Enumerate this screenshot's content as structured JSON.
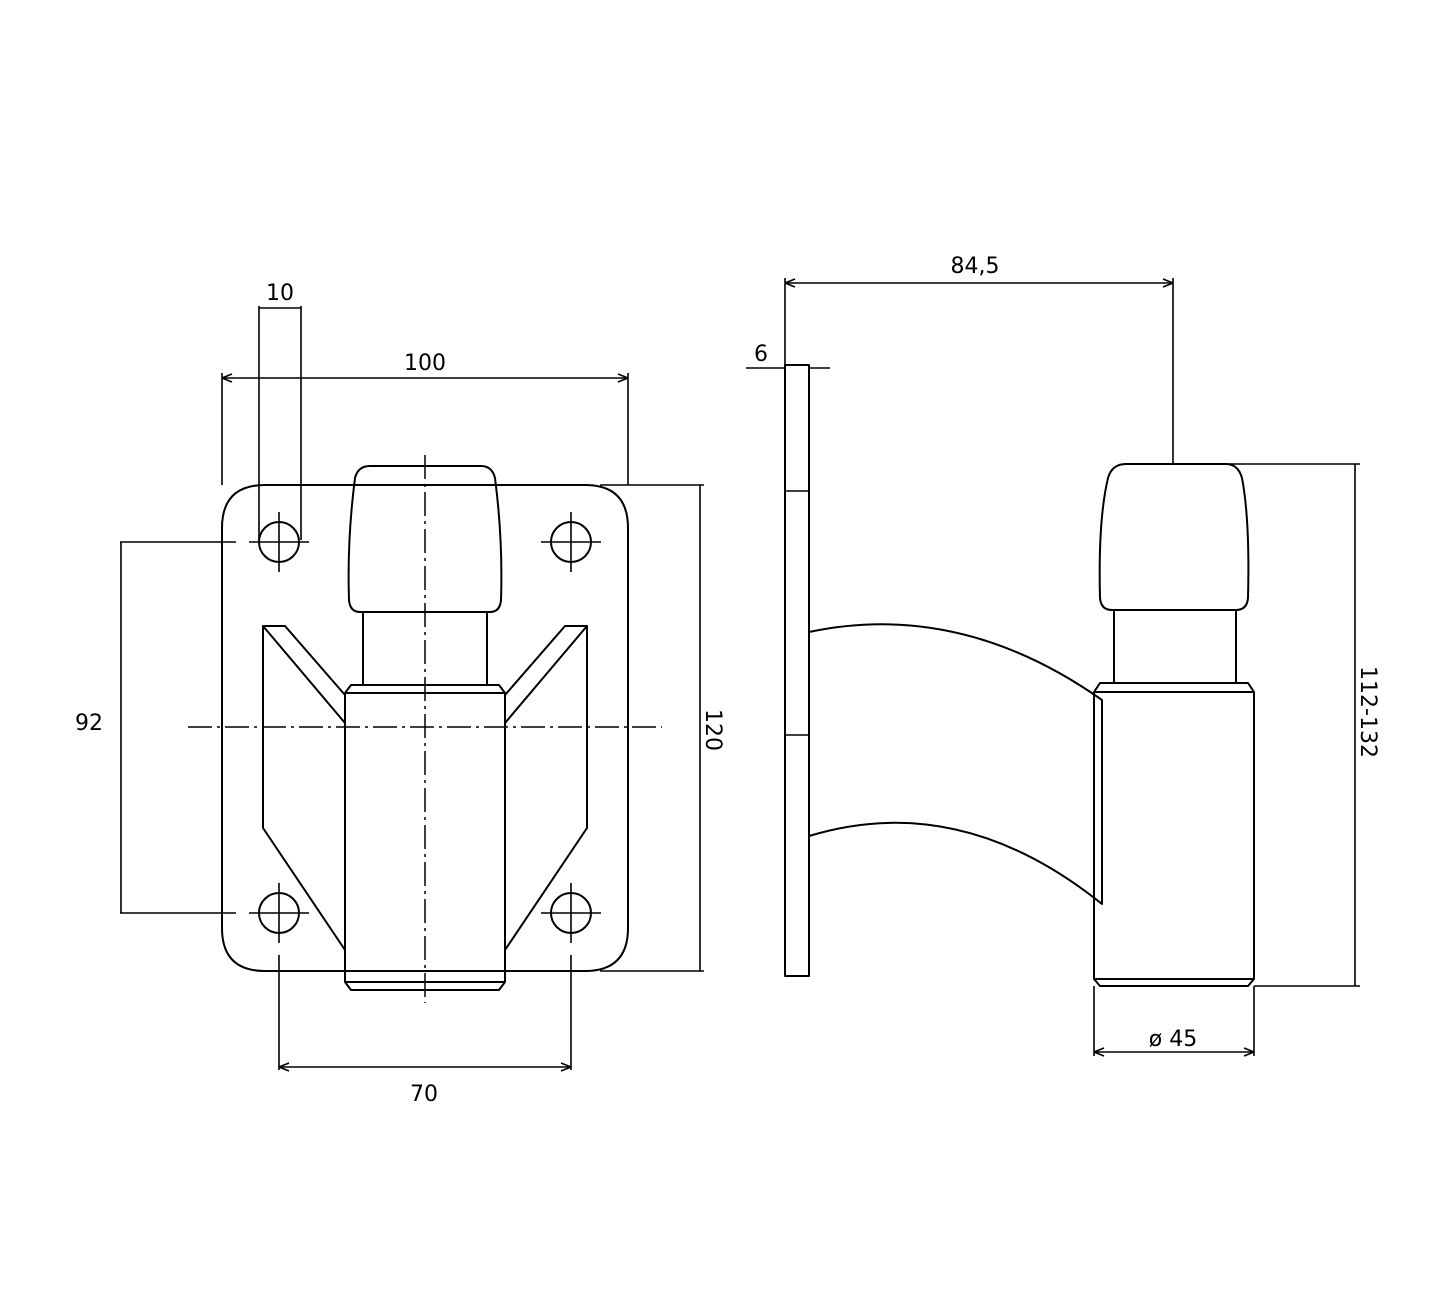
{
  "dimensions": {
    "hole_diameter": "10",
    "plate_width": "100",
    "hole_vertical_spacing": "92",
    "plate_height": "120",
    "hole_horizontal_spacing": "70",
    "projection": "84,5",
    "plate_thickness": "6",
    "height_range": "112-132",
    "tube_diameter": "ø 45"
  },
  "colors": {
    "stroke": "#000000",
    "background": "#ffffff"
  }
}
